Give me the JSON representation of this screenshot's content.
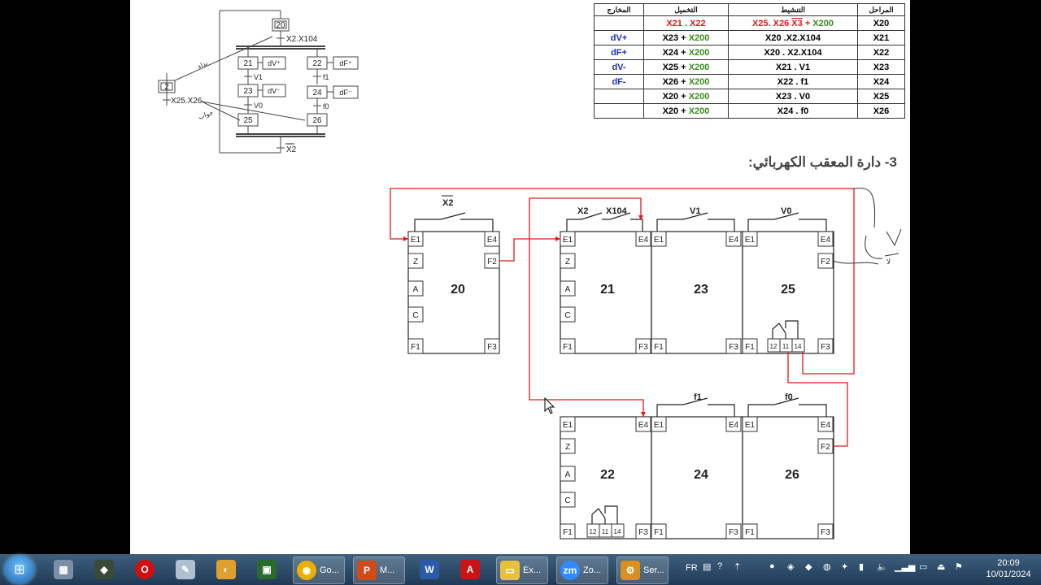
{
  "table": {
    "headers": {
      "outputs": "المخارج",
      "enable": "التخميل",
      "activation": "التنشيط",
      "steps": "المراحل"
    },
    "rows": [
      {
        "step": "X20",
        "activation_a": "X25. X26 ",
        "activation_bar": "X3",
        "activation_b": " + ",
        "activation_c": "X200",
        "enable_a": "X21 . X22",
        "enable_b": "",
        "output": ""
      },
      {
        "step": "X21",
        "activation_a": "X20 .X2.X104",
        "activation_bar": "",
        "activation_b": "",
        "activation_c": "",
        "enable_a": "X23  + ",
        "enable_b": "X200",
        "output": "dV+"
      },
      {
        "step": "X22",
        "activation_a": "X20 . X2.X104",
        "activation_bar": "",
        "activation_b": "",
        "activation_c": "",
        "enable_a": "X24 + ",
        "enable_b": "X200",
        "output": "dF+"
      },
      {
        "step": "X23",
        "activation_a": "X21 . V1",
        "activation_bar": "",
        "activation_b": "",
        "activation_c": "",
        "enable_a": "X25 + ",
        "enable_b": "X200",
        "output": "dV-"
      },
      {
        "step": "X24",
        "activation_a": "X22 . f1",
        "activation_bar": "",
        "activation_b": "",
        "activation_c": "",
        "enable_a": "X26 + ",
        "enable_b": "X200",
        "output": "dF-"
      },
      {
        "step": "X25",
        "activation_a": "X23 . V0",
        "activation_bar": "",
        "activation_b": "",
        "activation_c": "",
        "enable_a": "X20 + ",
        "enable_b": "X200",
        "output": ""
      },
      {
        "step": "X26",
        "activation_a": "X24 . f0",
        "activation_bar": "",
        "activation_b": "",
        "activation_c": "",
        "enable_a": "X20 + ",
        "enable_b": "X200",
        "output": ""
      }
    ]
  },
  "section_title": "3- دارة المعقب الكهربائي:",
  "grafcet": {
    "step20": "20",
    "trans_top": "X2.X104",
    "call": "نداء",
    "answer": "جواب",
    "step21": "21",
    "act21": "dV⁺",
    "step22": "22",
    "act22": "dF⁺",
    "v1": "V1",
    "f1": "f1",
    "step23": "23",
    "act23": "dV⁻",
    "step24": "24",
    "act24": "dF⁻",
    "v0": "V0",
    "f0": "f0",
    "step25": "25",
    "step26": "26",
    "master": "2",
    "sync": "X25.X26",
    "bottom": "X2"
  },
  "circuit": {
    "mod20": "20",
    "mod21": "21",
    "mod23": "23",
    "mod25": "25",
    "mod22": "22",
    "mod24": "24",
    "mod26": "26",
    "e1": "E1",
    "e4": "E4",
    "f1t": "F1",
    "f2": "F2",
    "f3": "F3",
    "zp": "Z",
    "ap": "A",
    "cm": "C",
    "c12": "12",
    "c11": "11",
    "c14": "14",
    "sw_x2": "X2",
    "sw_x2b": "X2",
    "sw_x104": "X104",
    "sw_v1": "V1",
    "sw_v0": "V0",
    "sw_f1": "f1",
    "sw_f0": "f0",
    "note": "لا"
  },
  "taskbar": {
    "apps": [
      "Go...",
      "M...",
      "",
      "",
      "Ex...",
      "Zo...",
      "Ser..."
    ],
    "lang": "FR",
    "time": "20:09",
    "date": "10/01/2024"
  },
  "colors": {
    "red": "#e0191b",
    "green": "#3a8a1f",
    "blue": "#1a2fb8",
    "wire": "#e0191b"
  }
}
